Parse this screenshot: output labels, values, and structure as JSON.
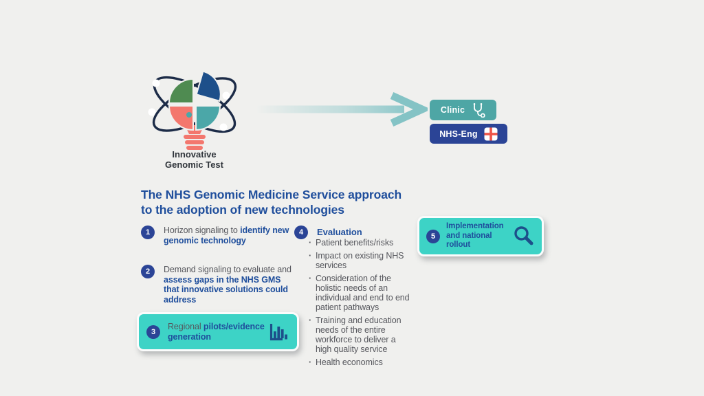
{
  "colors": {
    "background": "#f0f0ee",
    "accent-teal": "#3dd3c6",
    "clinic-teal": "#4ea6a5",
    "navy": "#2b4496",
    "text-blue": "#1f4e9c",
    "text-gray": "#55565c",
    "coral": "#f3776d",
    "leaf-green": "#4f8b51",
    "puzzle-navy": "#1d4f8a",
    "puzzle-teal": "#4ba7a8",
    "orbit-navy": "#1c2b47",
    "arrow-teal": "#8fc8ca",
    "flag-red": "#ee5448",
    "label-dark": "#30353b"
  },
  "logo": {
    "icon": "atom-lightbulb-puzzle-icon",
    "label_line1": "Innovative",
    "label_line2": "Genomic Test"
  },
  "flow": {
    "icon": "right-arrow-icon"
  },
  "destinations": {
    "clinic": {
      "label": "Clinic",
      "icon": "stethoscope-icon"
    },
    "nhs_england": {
      "label": "NHS-Eng",
      "icon": "england-flag-icon"
    }
  },
  "title": {
    "line1": "The NHS Genomic Medicine Service approach",
    "line2": "to the adoption of new technologies"
  },
  "steps": [
    {
      "number": "1",
      "plain": "Horizon signaling to ",
      "bold": "identify new genomic technology"
    },
    {
      "number": "2",
      "plain": "Demand signaling to evaluate and ",
      "bold": "assess gaps in the NHS GMS that innovative solutions could address"
    },
    {
      "number": "3",
      "plain": "Regional ",
      "bold": "pilots/evidence generation",
      "icon": "bar-chart-icon",
      "highlighted": true
    },
    {
      "number": "4",
      "bold": "Evaluation",
      "bullets": [
        "Patient benefits/risks",
        "Impact on existing NHS services",
        "Consideration of the holistic needs of an individual and end to end patient pathways",
        "Training and education needs of the entire workforce to deliver a high quality service",
        "Health economics"
      ]
    },
    {
      "number": "5",
      "bold": "Implementation and national rollout",
      "icon": "magnifier-icon",
      "highlighted": true
    }
  ]
}
